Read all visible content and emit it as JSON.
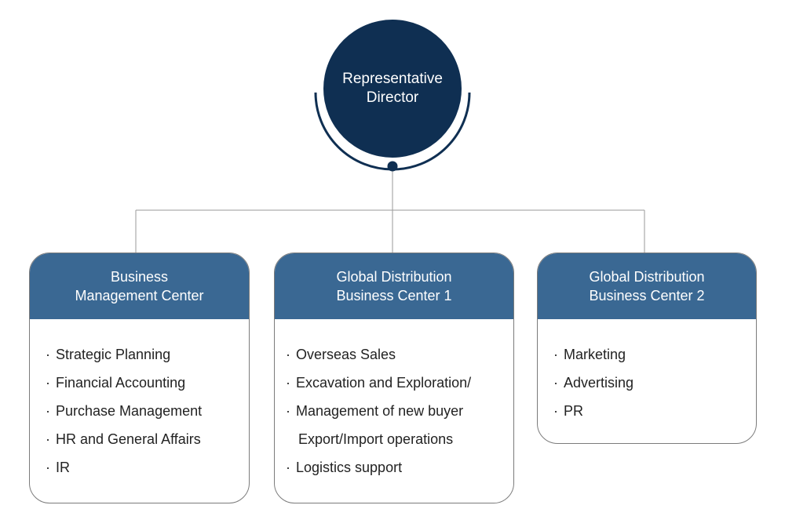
{
  "top": {
    "title": "Representative\nDirector"
  },
  "colors": {
    "navy": "#0f2f52",
    "header_blue": "#3a6893",
    "line_gray": "#9a9a9a"
  },
  "centers": [
    {
      "title": "Business\nManagement Center",
      "items": [
        "Strategic Planning",
        "Financial Accounting",
        "Purchase Management",
        "HR and General Affairs",
        "IR"
      ]
    },
    {
      "title": "Global Distribution\nBusiness Center 1",
      "items": [
        "Overseas Sales",
        "Excavation and Exploration/",
        "Management of new buyer",
        "Export/Import operations",
        "Logistics support"
      ]
    },
    {
      "title": "Global Distribution\nBusiness Center 2",
      "items": [
        "Marketing",
        "Advertising",
        "PR"
      ]
    }
  ]
}
